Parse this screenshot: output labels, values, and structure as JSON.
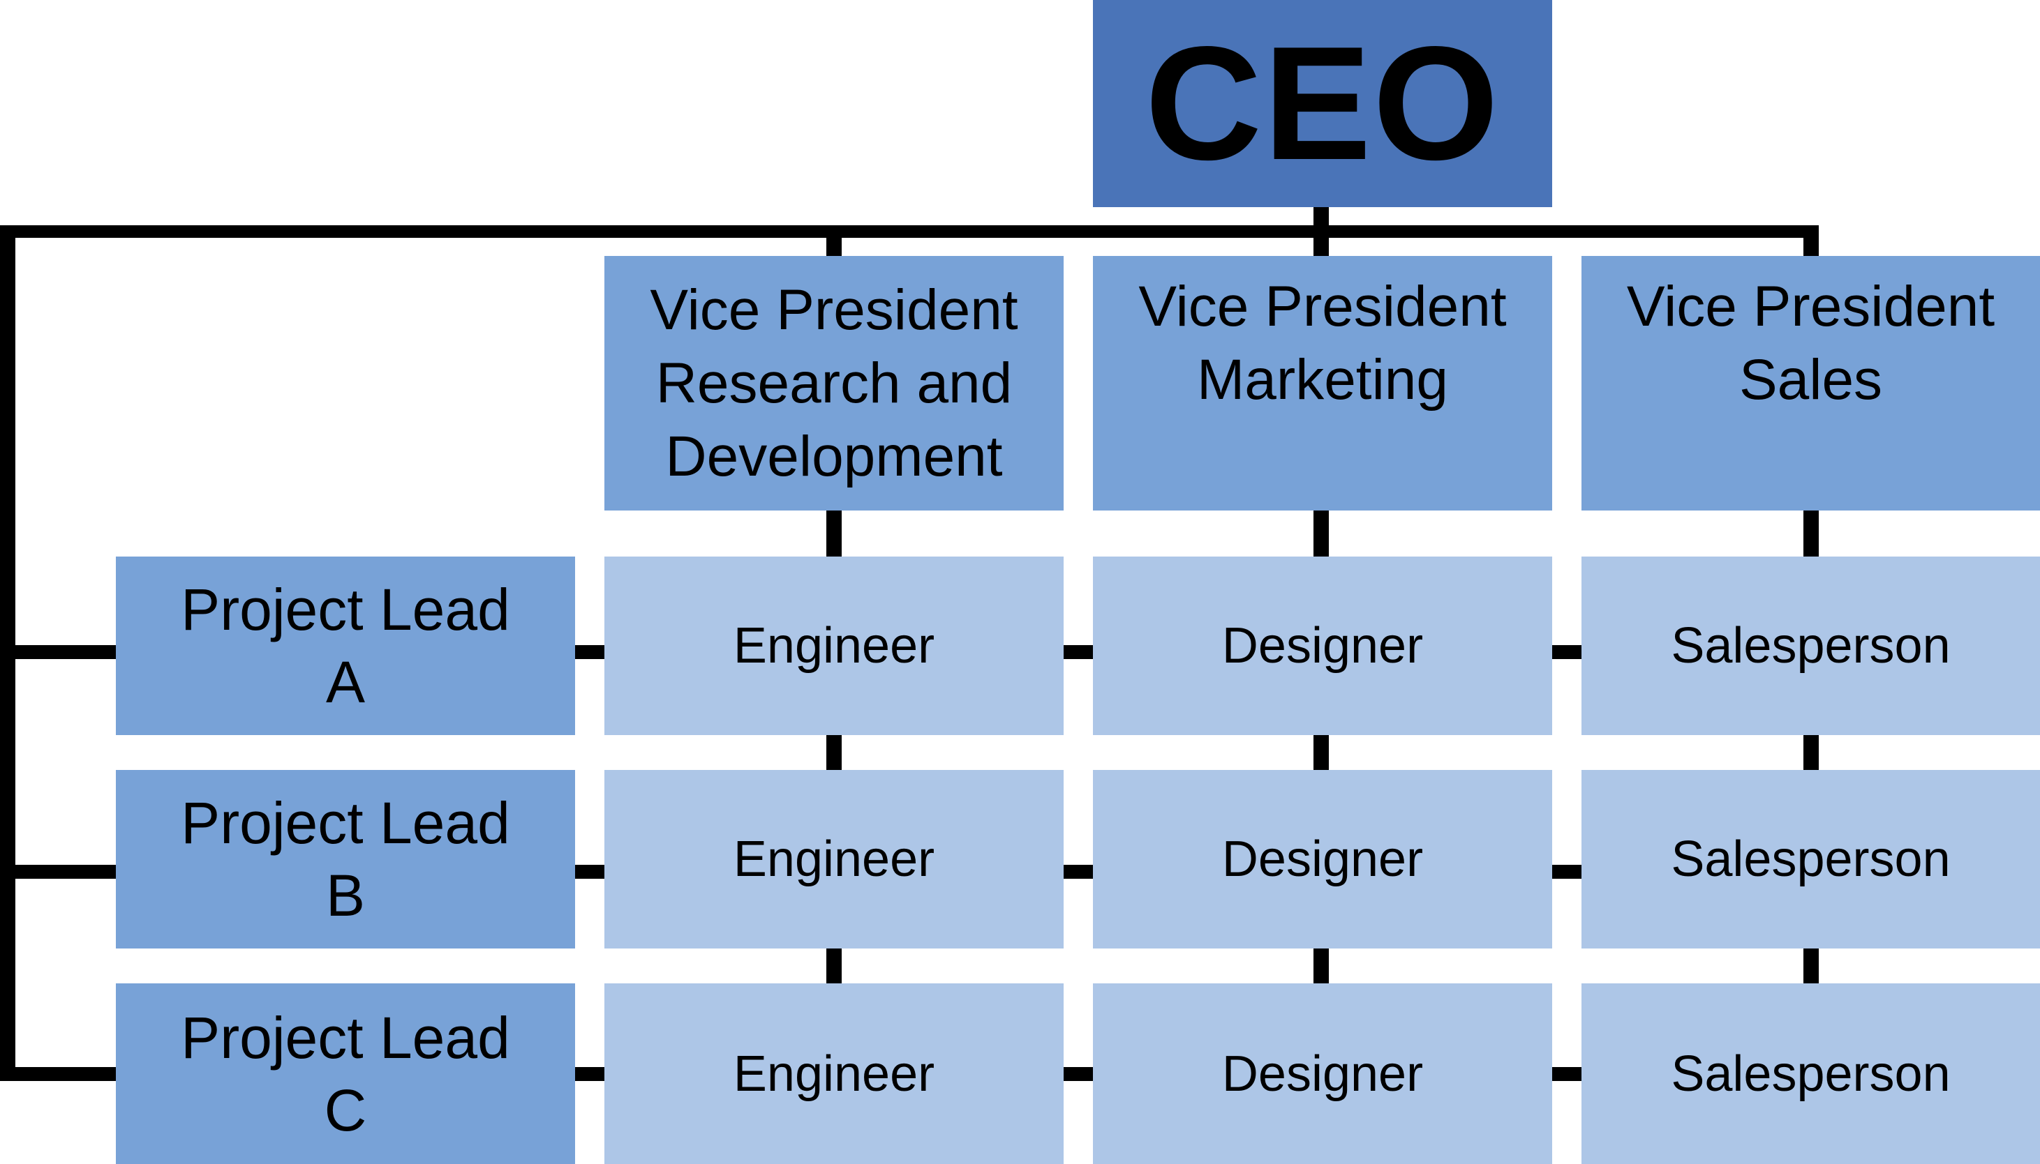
{
  "colors": {
    "ceo": "#4a74b8",
    "level2": "#78a2d7",
    "staff": "#adc6e7",
    "connector": "#000000"
  },
  "ceo": {
    "label": "CEO"
  },
  "vice_presidents": [
    {
      "label": "Vice President Research and Development"
    },
    {
      "label": "Vice President Marketing"
    },
    {
      "label": "Vice President Sales"
    }
  ],
  "project_leads": [
    {
      "label": "Project Lead A"
    },
    {
      "label": "Project Lead B"
    },
    {
      "label": "Project Lead C"
    }
  ],
  "staff_rows": [
    [
      "Engineer",
      "Designer",
      "Salesperson"
    ],
    [
      "Engineer",
      "Designer",
      "Salesperson"
    ],
    [
      "Engineer",
      "Designer",
      "Salesperson"
    ]
  ]
}
